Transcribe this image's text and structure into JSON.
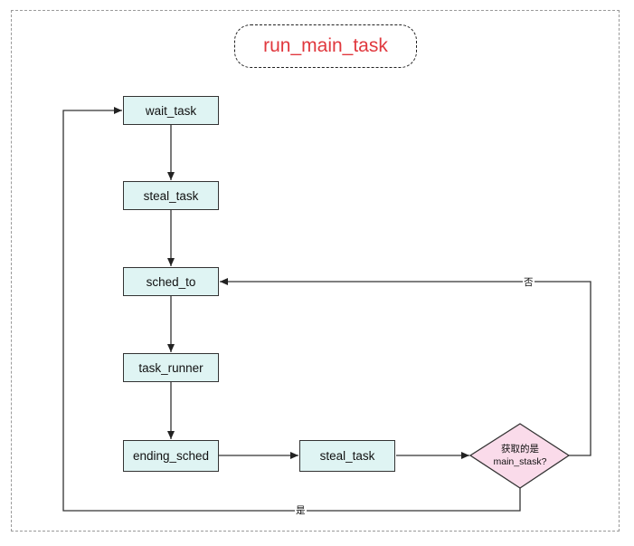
{
  "title": "run_main_task",
  "nodes": {
    "wait_task": "wait_task",
    "steal_task_1": "steal_task",
    "sched_to": "sched_to",
    "task_runner": "task_runner",
    "ending_sched": "ending_sched",
    "steal_task_2": "steal_task"
  },
  "decision": {
    "line1": "获取的是",
    "line2": "main_stask?"
  },
  "edges": {
    "no_label": "否",
    "yes_label": "是"
  },
  "colors": {
    "node_fill": "#dff4f3",
    "decision_fill": "#fadbea",
    "title_text": "#e0383e"
  }
}
